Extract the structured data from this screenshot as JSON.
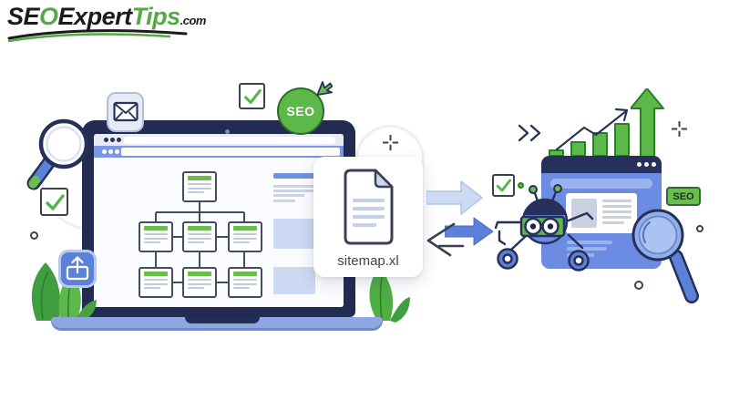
{
  "logo": {
    "se": "SE",
    "o": "O",
    "expert": "Expert",
    "tips": "Tips",
    "tld": ".com"
  },
  "file_card": {
    "label": "sitemap.xl"
  },
  "stickers": {
    "seo_circle": "SEO",
    "seo_tag": "SEO"
  },
  "icons": [
    "mail-icon",
    "magnifying-glass-icon",
    "checkmark-icon",
    "upload-icon",
    "seo-circle-badge",
    "cursor-icon",
    "sparkle-icon",
    "document-icon",
    "arrow-right-light-icon",
    "arrow-right-blue-icon",
    "arrow-left-outline-icon",
    "fast-forward-chevrons-icon",
    "growth-up-arrow-icon",
    "trend-arrow-icon",
    "robot-crawler-icon",
    "browser-window",
    "seo-tag-badge",
    "plant-leaves-icon"
  ],
  "colors": {
    "green": "#5cb849",
    "green_dark": "#2f7d2a",
    "navy": "#26305a",
    "blue": "#5b82d8",
    "blue_mid": "#6b8ce2",
    "blue_light": "#7b97e6",
    "blue_pale": "#ccdbf2",
    "base_blue": "#8fa7e0",
    "logo_green": "#55a845",
    "ink": "#2a3358"
  },
  "chart_data": {
    "type": "bar",
    "values": [
      8,
      17,
      27,
      37
    ],
    "ylim": [
      0,
      40
    ],
    "categories": [
      "",
      "",
      "",
      ""
    ],
    "title": "",
    "axes": false,
    "legend": false,
    "annotations": [
      "rising trend line arrow over bars",
      "large green up arrow as final column"
    ]
  }
}
